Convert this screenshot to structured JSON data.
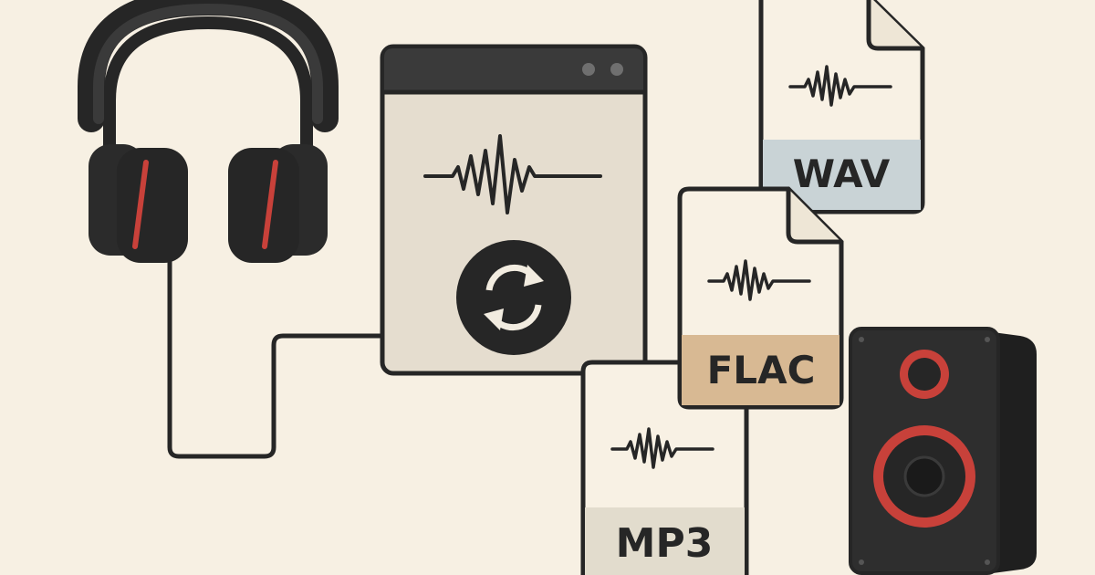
{
  "files": {
    "wav": {
      "label": "WAV",
      "band_color": "#c9d3d6"
    },
    "flac": {
      "label": "FLAC",
      "band_color": "#d8b993"
    },
    "mp3": {
      "label": "MP3",
      "band_color": "#e2dccd"
    }
  },
  "icons": {
    "headphones": "headphones-icon",
    "converter_window": "converter-window",
    "convert": "convert-sync-icon",
    "speaker": "speaker-icon",
    "waveform": "waveform-icon"
  },
  "colors": {
    "background": "#f7f0e3",
    "outline": "#262626",
    "accent_red": "#c8413a",
    "window_body": "#e5ddcf",
    "paper": "#f8f1e4"
  }
}
